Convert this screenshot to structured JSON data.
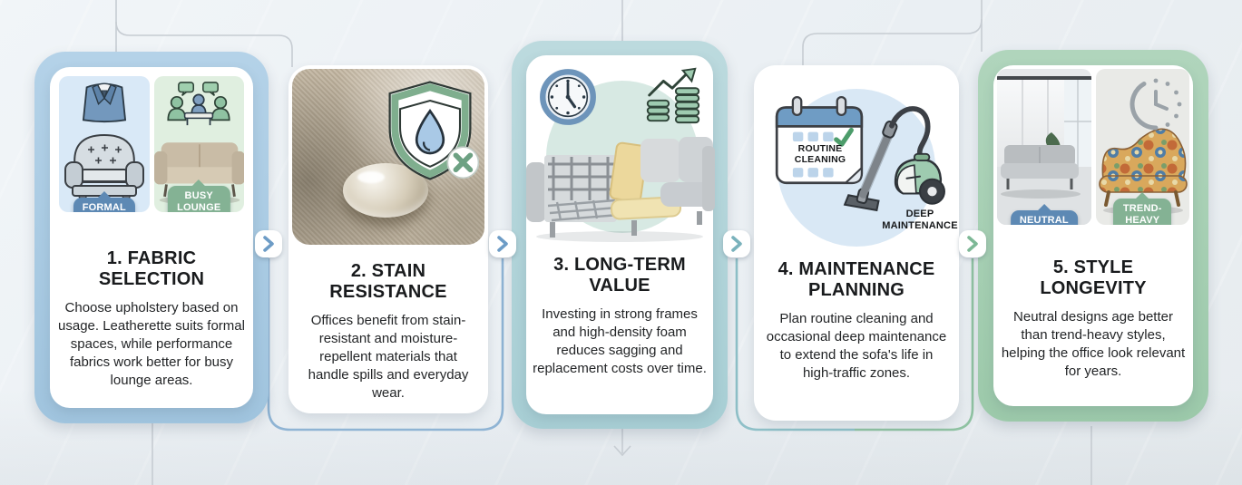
{
  "infographic": {
    "steps": [
      {
        "title_line1": "1. FABRIC",
        "title_line2": "SELECTION",
        "body": "Choose upholstery based on usage. Leatherette suits formal spaces, while performance fabrics work better for busy lounge areas.",
        "badge_left": "FORMAL SPACES",
        "badge_right": "BUSY LOUNGE AREAS"
      },
      {
        "title_line1": "2. STAIN",
        "title_line2": "RESISTANCE",
        "body": "Offices benefit from stain-resistant and moisture-repellent materials that handle spills and everyday wear."
      },
      {
        "title_line1": "3. LONG-TERM",
        "title_line2": "VALUE",
        "body": "Investing in strong frames and high-density foam reduces sagging and replacement costs over time."
      },
      {
        "title_line1": "4. MAINTENANCE",
        "title_line2": "PLANNING",
        "body": "Plan routine cleaning and occasional deep maintenance to extend the sofa's life in high-traffic zones.",
        "calendar_label": "ROUTINE CLEANING",
        "vacuum_label": "DEEP MAINTENANCE"
      },
      {
        "title_line1": "5. STYLE",
        "title_line2": "LONGEVITY",
        "body": "Neutral designs age better than trend-heavy styles, helping the office look relevant for years.",
        "badge_left": "NEUTRAL DESIGNS",
        "badge_right": "TREND-HEAVY STYLES"
      }
    ],
    "colors": {
      "frame_blue": "#a8c9e1",
      "frame_teal": "#b0d4d9",
      "frame_green": "#a6cdb3",
      "badge_blue": "#5d89b4",
      "badge_green": "#84b294",
      "connector_blue": "#8fb4d4",
      "connector_teal": "#8fc0c8",
      "connector_green": "#8fc2a2",
      "background_line_grey": "#c6ccd2"
    }
  }
}
